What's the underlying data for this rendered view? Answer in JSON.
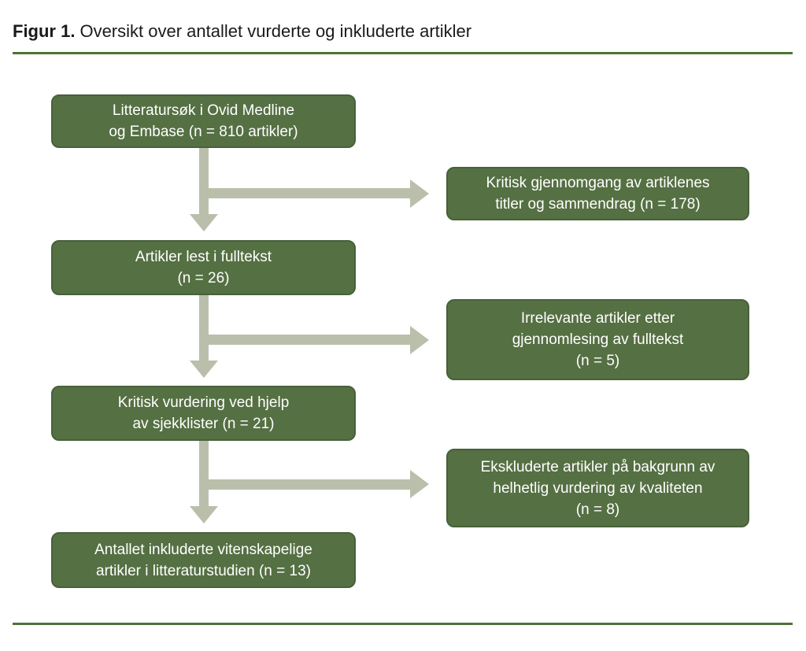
{
  "title": {
    "prefix": "Figur 1.",
    "text": "Oversikt over antallet vurderte og inkluderte artikler"
  },
  "colors": {
    "box_fill": "#557043",
    "box_border": "#47613a",
    "arrow": "#b9bfab",
    "rule": "#4d7435",
    "box_text": "#ffffff",
    "title_text": "#1a1a1a"
  },
  "flowchart": {
    "main": [
      {
        "id": "literature-search",
        "n": 810,
        "lines": [
          "Litteratursøk i Ovid Medline",
          "og Embase (n = 810 artikler)"
        ]
      },
      {
        "id": "fulltext-read",
        "n": 26,
        "lines": [
          "Artikler lest i fulltekst",
          "(n = 26)"
        ]
      },
      {
        "id": "critical-appraisal",
        "n": 21,
        "lines": [
          "Kritisk vurdering ved hjelp",
          "av sjekklister (n = 21)"
        ]
      },
      {
        "id": "included-articles",
        "n": 13,
        "lines": [
          "Antallet inkluderte vitenskapelige",
          "artikler i litteraturstudien (n = 13)"
        ]
      }
    ],
    "side": [
      {
        "id": "title-abstract-review",
        "n": 178,
        "lines": [
          "Kritisk gjennomgang av artiklenes",
          "titler og sammendrag (n = 178)"
        ]
      },
      {
        "id": "irrelevant-after-fulltext",
        "n": 5,
        "lines": [
          "Irrelevante artikler etter",
          "gjennomlesing av fulltekst",
          "(n = 5)"
        ]
      },
      {
        "id": "excluded-quality",
        "n": 8,
        "lines": [
          "Ekskluderte artikler på bakgrunn av",
          "helhetlig vurdering av kvaliteten",
          "(n = 8)"
        ]
      }
    ]
  }
}
